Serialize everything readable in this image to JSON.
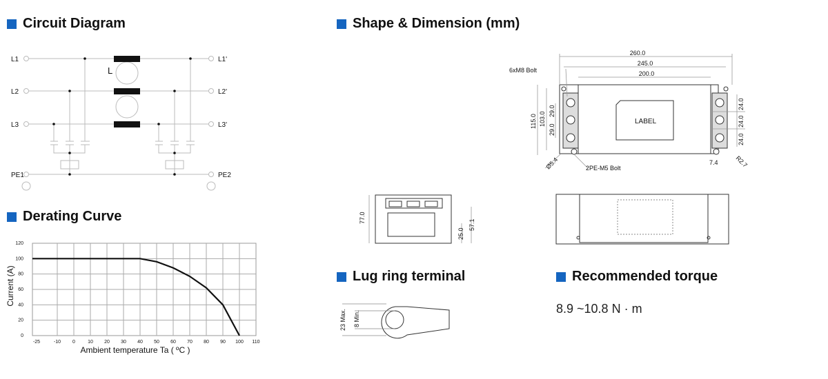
{
  "sections": {
    "circuit": "Circuit Diagram",
    "shape": "Shape & Dimension (mm)",
    "derating": "Derating Curve",
    "lug": "Lug ring terminal",
    "torque": "Recommended torque"
  },
  "circuit": {
    "inputs": [
      "L1",
      "L2",
      "L3",
      "PE1"
    ],
    "outputs": [
      "L1'",
      "L2'",
      "L3'",
      "PE2"
    ],
    "inductor_label": "L"
  },
  "dimensions": {
    "top": [
      "260.0",
      "245.0",
      "200.0"
    ],
    "left": [
      "115.0",
      "103.0",
      "29.0",
      "29.0"
    ],
    "right": [
      "24.0",
      "24.0",
      "24.0"
    ],
    "bolt_label": "6xM8 Bolt",
    "pe_label": "2PE-M5 Bolt",
    "hole": "Ø5.4",
    "offset": "7.4",
    "radius": "R2.7",
    "label_text": "LABEL",
    "side": [
      "77.0",
      "25.0",
      "57.1"
    ]
  },
  "lug": {
    "outer": "23 Max.",
    "inner": "8 Min."
  },
  "torque_value": "8.9 ~10.8 N · m",
  "chart_data": {
    "type": "line",
    "title": "Derating Curve",
    "xlabel": "Ambient temperature Ta ( ºC )",
    "ylabel": "Current (A)",
    "xticks": [
      "-25",
      "-10",
      "0",
      "10",
      "20",
      "30",
      "40",
      "50",
      "60",
      "70",
      "80",
      "90",
      "100",
      "110"
    ],
    "yticks": [
      "0",
      "20",
      "40",
      "60",
      "80",
      "100",
      "120"
    ],
    "ylim": [
      0,
      120
    ],
    "xlim": [
      -25,
      110
    ],
    "grid": true,
    "series": [
      {
        "name": "Current",
        "x": [
          -25,
          40,
          50,
          60,
          70,
          80,
          90,
          100
        ],
        "y": [
          100,
          100,
          96,
          88,
          77,
          62,
          40,
          0
        ]
      }
    ]
  }
}
